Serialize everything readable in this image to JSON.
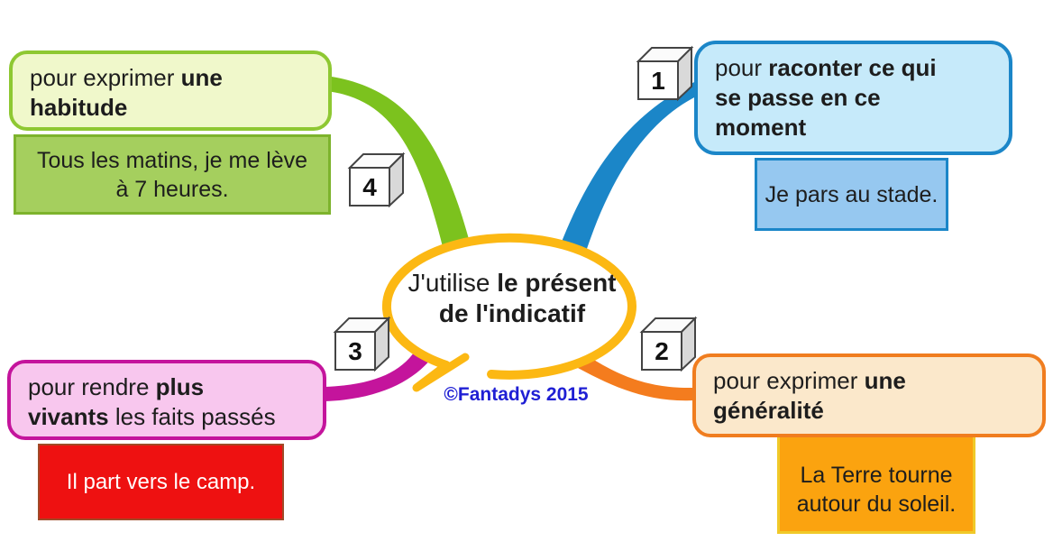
{
  "center": {
    "title_regular": "J'utilise ",
    "title_bold": "le présent\nde l'indicatif",
    "credit": "©Fantadys 2015",
    "bubble_border_color": "#fcb813",
    "bubble_fill": "#ffffff",
    "credit_color": "#1f1fd4"
  },
  "branches": [
    {
      "number": "1",
      "position": "top-right",
      "label_prefix": "pour ",
      "label_bold": "raconter ce qui\nse passe en ce\nmoment",
      "label_suffix": "",
      "example": "Je pars au stade.",
      "branch_color": "#1b86c8",
      "box_fill": "#c6eafa",
      "box_border": "#1b86c8",
      "example_fill": "#96c8f0",
      "example_border": "#1b86c8",
      "example_text_color": "#1a1a1a"
    },
    {
      "number": "2",
      "position": "bottom-right",
      "label_prefix": "pour exprimer ",
      "label_bold": "une\ngénéralité",
      "label_suffix": "",
      "example": "La Terre tourne\nautour du soleil.",
      "branch_color": "#f47c1e",
      "box_fill": "#fbe8cb",
      "box_border": "#f07d1f",
      "example_fill": "#fba30f",
      "example_border": "#f0c929",
      "example_text_color": "#1a1a1a"
    },
    {
      "number": "3",
      "position": "bottom-left",
      "label_prefix": "pour rendre ",
      "label_bold": "plus\nvivants",
      "label_suffix": " les faits passés",
      "example": "Il part vers le camp.",
      "branch_color": "#c4149c",
      "box_fill": "#f8c7ee",
      "box_border": "#c4149c",
      "example_fill": "#ee1111",
      "example_border": "#a04a28",
      "example_text_color": "#ffffff"
    },
    {
      "number": "4",
      "position": "top-left",
      "label_prefix": "pour exprimer ",
      "label_bold": "une\nhabitude",
      "label_suffix": "",
      "example": "Tous les matins, je me lève\nà 7 heures.",
      "branch_color": "#7cc21e",
      "box_fill": "#f0f8cb",
      "box_border": "#8ec832",
      "example_fill": "#a5cf5e",
      "example_border": "#7db32c",
      "example_text_color": "#1a1a1a"
    }
  ]
}
